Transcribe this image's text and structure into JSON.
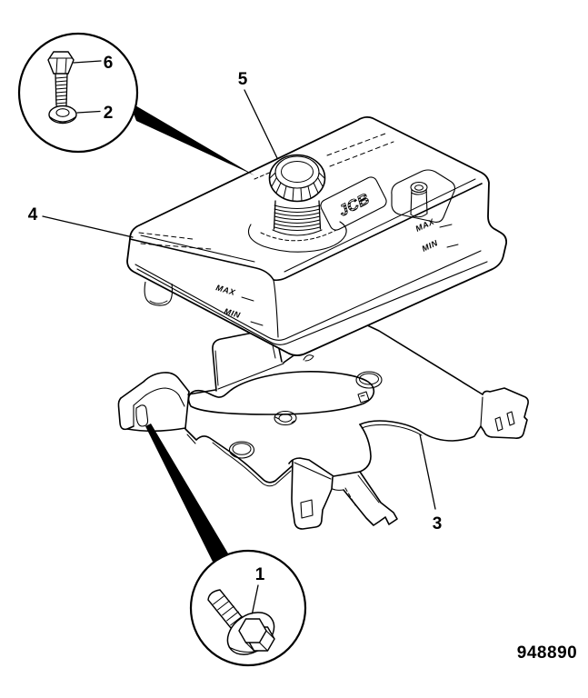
{
  "figure": {
    "part_number": "948890",
    "callouts": {
      "bolt_flanged": "1",
      "washer": "2",
      "bracket": "3",
      "tank": "4",
      "cap": "5",
      "bolt_hex": "6"
    },
    "markings": {
      "logo": "JCB",
      "max": "MAX",
      "min": "MIN"
    }
  }
}
